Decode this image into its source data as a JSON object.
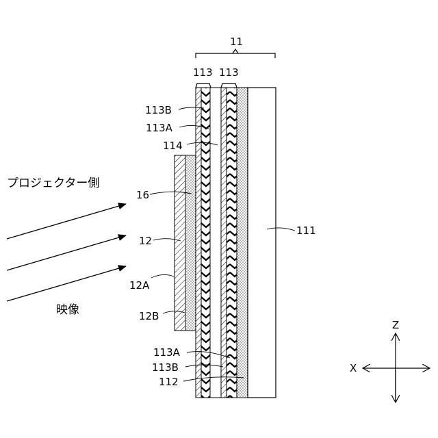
{
  "labels": {
    "group_11": "11",
    "layer_113_left": "113",
    "layer_113_right": "113",
    "l_113B_top": "113B",
    "l_113A_top": "113A",
    "l_114": "114",
    "l_16": "16",
    "l_12": "12",
    "l_12A": "12A",
    "l_12B": "12B",
    "l_111": "111",
    "l_113A_bottom": "113A",
    "l_113B_bottom": "113B",
    "l_112": "112",
    "projector_side": "プロジェクター側",
    "image": "映像"
  },
  "axes": {
    "z_label": "Z",
    "x_label": "X"
  }
}
